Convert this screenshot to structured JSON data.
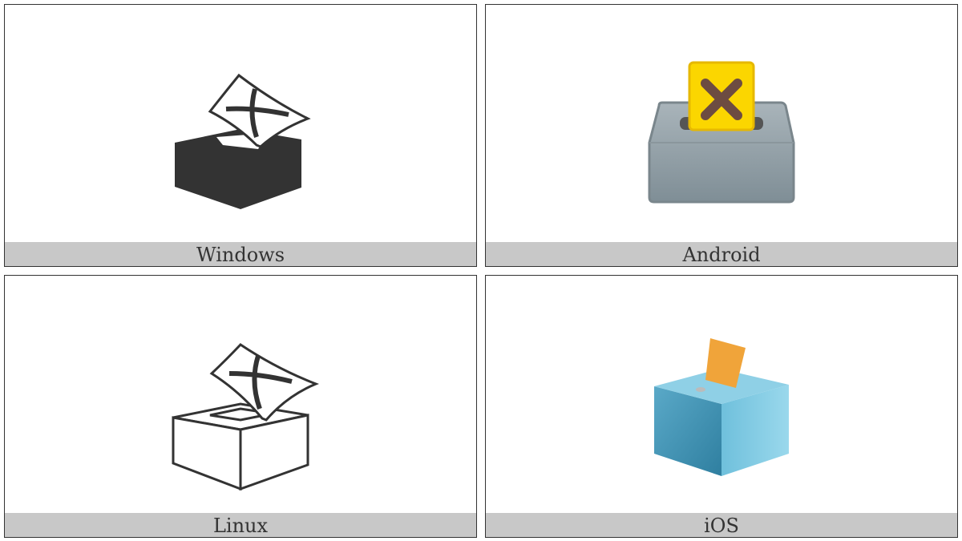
{
  "panels": [
    {
      "label": "Windows",
      "icon": "ballot-box-with-ballot"
    },
    {
      "label": "Android",
      "icon": "ballot-box-with-ballot"
    },
    {
      "label": "Linux",
      "icon": "ballot-box-with-ballot"
    },
    {
      "label": "iOS",
      "icon": "ballot-box-with-ballot"
    }
  ],
  "colors": {
    "label_bg": "#c8c8c8",
    "border": "#333333"
  }
}
